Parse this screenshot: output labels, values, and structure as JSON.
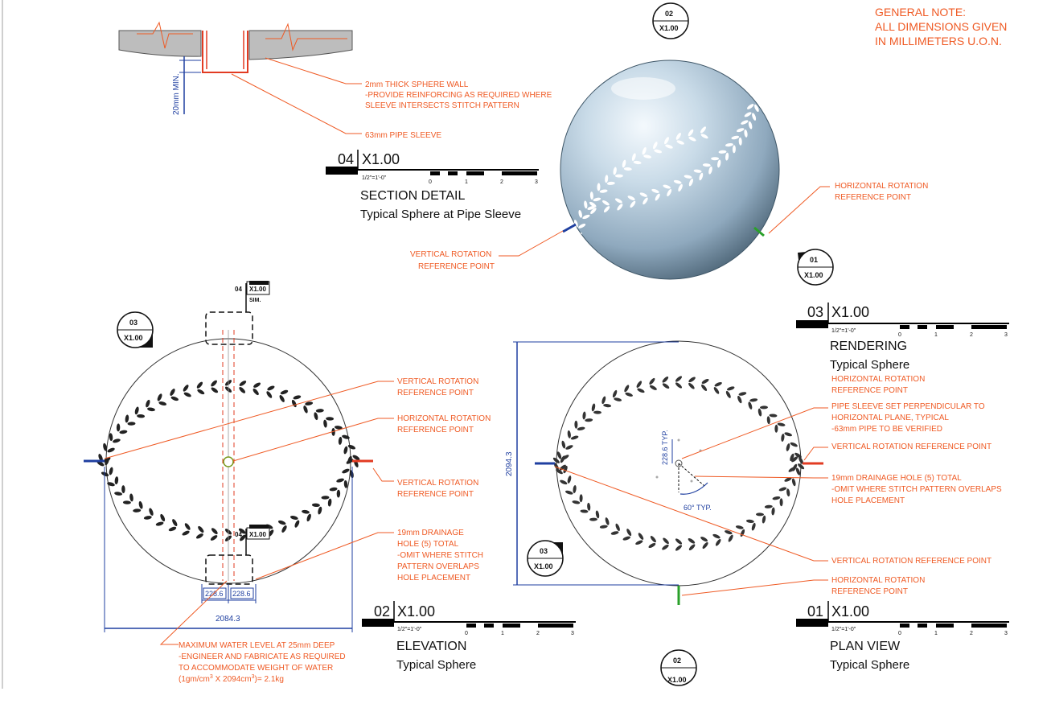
{
  "general_note": {
    "lines": [
      "GENERAL NOTE:",
      "ALL DIMENSIONS GIVEN",
      "IN MILLIMETERS U.O.N."
    ]
  },
  "bubbles": {
    "top": {
      "num": "02",
      "sheet": "X1.00"
    },
    "rendering_ref": {
      "num": "01",
      "sheet": "X1.00"
    },
    "elevation_ref": {
      "num": "03",
      "sheet": "X1.00"
    },
    "plan_ref": {
      "num": "03",
      "sheet": "X1.00"
    },
    "bottom": {
      "num": "02",
      "sheet": "X1.00"
    }
  },
  "section_tags": {
    "top": {
      "num": "04",
      "sheet": "X1.00",
      "extra": "SIM."
    },
    "bottom": {
      "num": "04",
      "sheet": "X1.00"
    }
  },
  "titles": {
    "section": {
      "num": "04",
      "sheet": "X1.00",
      "scale": "1/2\"=1'-0\"",
      "name": "SECTION DETAIL",
      "sub": "Typical Sphere at Pipe Sleeve"
    },
    "rendering": {
      "num": "03",
      "sheet": "X1.00",
      "scale": "1/2\"=1'-0\"",
      "name": "RENDERING",
      "sub": "Typical Sphere"
    },
    "elevation": {
      "num": "02",
      "sheet": "X1.00",
      "scale": "1/2\"=1'-0\"",
      "name": "ELEVATION",
      "sub": "Typical Sphere"
    },
    "plan": {
      "num": "01",
      "sheet": "X1.00",
      "scale": "1/2\"=1'-0\"",
      "name": "PLAN VIEW",
      "sub": "Typical Sphere"
    }
  },
  "scale_ticks": [
    "0",
    "1",
    "2",
    "3"
  ],
  "section_notes": {
    "wall": [
      "2mm THICK SPHERE WALL",
      "-PROVIDE REINFORCING AS REQUIRED WHERE",
      "SLEEVE INTERSECTS STITCH PATTERN"
    ],
    "sleeve": "63mm PIPE SLEEVE",
    "min_dim": "20mm MIN."
  },
  "rendering_notes": {
    "horizontal": [
      "HORIZONTAL ROTATION",
      "REFERENCE POINT"
    ],
    "vertical": [
      "VERTICAL ROTATION",
      "REFERENCE POINT"
    ]
  },
  "elevation_notes": {
    "vertical_top": [
      "VERTICAL ROTATION",
      "REFERENCE POINT"
    ],
    "horizontal": [
      "HORIZONTAL ROTATION",
      "REFERENCE POINT"
    ],
    "vertical_right": [
      "VERTICAL ROTATION",
      "REFERENCE POINT"
    ],
    "drainage": [
      "19mm DRAINAGE",
      "HOLE (5) TOTAL",
      "-OMIT WHERE STITCH",
      "PATTERN OVERLAPS",
      "HOLE PLACEMENT"
    ],
    "water": [
      "MAXIMUM WATER LEVEL AT 25mm DEEP",
      "-ENGINEER AND FABRICATE AS REQUIRED",
      "TO ACCOMMODATE WEIGHT OF WATER"
    ],
    "water_formula": {
      "a": "(1gm/cm",
      "b": "3",
      "c": " X 2094cm",
      "d": "3",
      "e": ")= 2.1kg"
    },
    "dim_half_left": "228.6",
    "dim_half_right": "228.6",
    "dim_width": "2084.3"
  },
  "plan_notes": {
    "horizontal_top": [
      "HORIZONTAL ROTATION",
      "REFERENCE POINT"
    ],
    "sleeve": [
      "PIPE SLEEVE SET PERPENDICULAR TO",
      "HORIZONTAL PLANE, TYPICAL",
      "-63mm PIPE TO BE VERIFIED"
    ],
    "vertical_right": "VERTICAL ROTATION REFERENCE POINT",
    "drainage": [
      "19mm DRAINAGE HOLE (5) TOTAL",
      "-OMIT WHERE STITCH PATTERN OVERLAPS",
      "HOLE PLACEMENT"
    ],
    "vertical_low": "VERTICAL ROTATION REFERENCE POINT",
    "horizontal_bottom": [
      "HORIZONTAL ROTATION",
      "REFERENCE POINT"
    ],
    "dim_radius": "228.6 TYP.",
    "dim_angle": "60° TYP.",
    "dim_height": "2094.3"
  },
  "colors": {
    "annotation": "#ef5a24",
    "dimension": "#1f3fa0",
    "linework": "#111111",
    "sphere": "#a9c2d6"
  }
}
